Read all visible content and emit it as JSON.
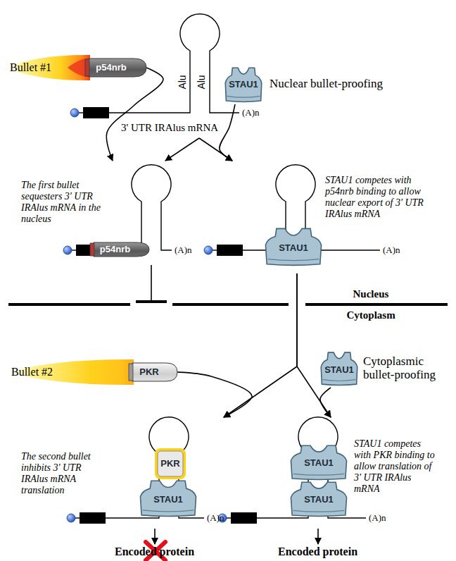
{
  "diagram": {
    "nodes": [
      {
        "text": [
          "3' UTR IRAlus mRNA"
        ]
      },
      {
        "text": [
          "Bullet #1",
          "p54nrb"
        ]
      },
      {
        "text": [
          "STAU1",
          "Nuclear bullet-proofing"
        ]
      },
      {
        "text": [
          "The first bullet sequesters 3' UTR IRAlus mRNA in the nucleus"
        ]
      },
      {
        "text": [
          "p54nrb"
        ],
        "in": 3
      },
      {
        "text": [
          "STAU1 competes with p54nrb binding to allow nuclear export of 3' UTR IRAlus mRNA"
        ]
      },
      {
        "text": [
          "STAU1"
        ],
        "in": 5
      },
      {
        "text": [
          "Bullet #2",
          "PKR"
        ]
      },
      {
        "text": [
          "STAU1",
          "Cytoplasmic bullet-proofing"
        ]
      },
      {
        "text": [
          "The second bullet inhibits 3' UTR IRAlus mRNA translation"
        ]
      },
      {
        "text": [
          "PKR"
        ],
        "in": 9
      },
      {
        "text": [
          "STAU1"
        ],
        "in": 9
      },
      {
        "text": [
          "STAU1 competes with PKR binding to allow translation of 3' UTR IRAlus mRNA"
        ]
      },
      {
        "text": [
          "STAU1"
        ],
        "in": 12
      },
      {
        "text": [
          "STAU1"
        ],
        "in": 12
      },
      {
        "text": [
          "Encoded protein"
        ]
      },
      {
        "text": [
          "Encoded protein"
        ]
      }
    ],
    "edges": [
      {
        "from": 0,
        "to": 3,
        "arrow": "to"
      },
      {
        "from": 0,
        "to": 5,
        "arrow": "to"
      },
      {
        "from": 1,
        "to": 3,
        "arrow": "to"
      },
      {
        "from": 2,
        "to": 5,
        "arrow": "to"
      },
      {
        "from": 5,
        "to": 9,
        "arrow": "to"
      },
      {
        "from": 5,
        "to": 12,
        "arrow": "to"
      },
      {
        "from": 7,
        "to": 9,
        "arrow": "to"
      },
      {
        "from": 8,
        "to": 12,
        "arrow": "to"
      },
      {
        "from": 9,
        "to": 15,
        "arrow": "to"
      },
      {
        "from": 12,
        "to": 16,
        "arrow": "to"
      }
    ],
    "labels": [
      "Alu",
      "Alu",
      "(A)n",
      "(A)n",
      "(A)n",
      "Nucleus",
      "Cytoplasm",
      "(A)n",
      "(A)n"
    ]
  }
}
